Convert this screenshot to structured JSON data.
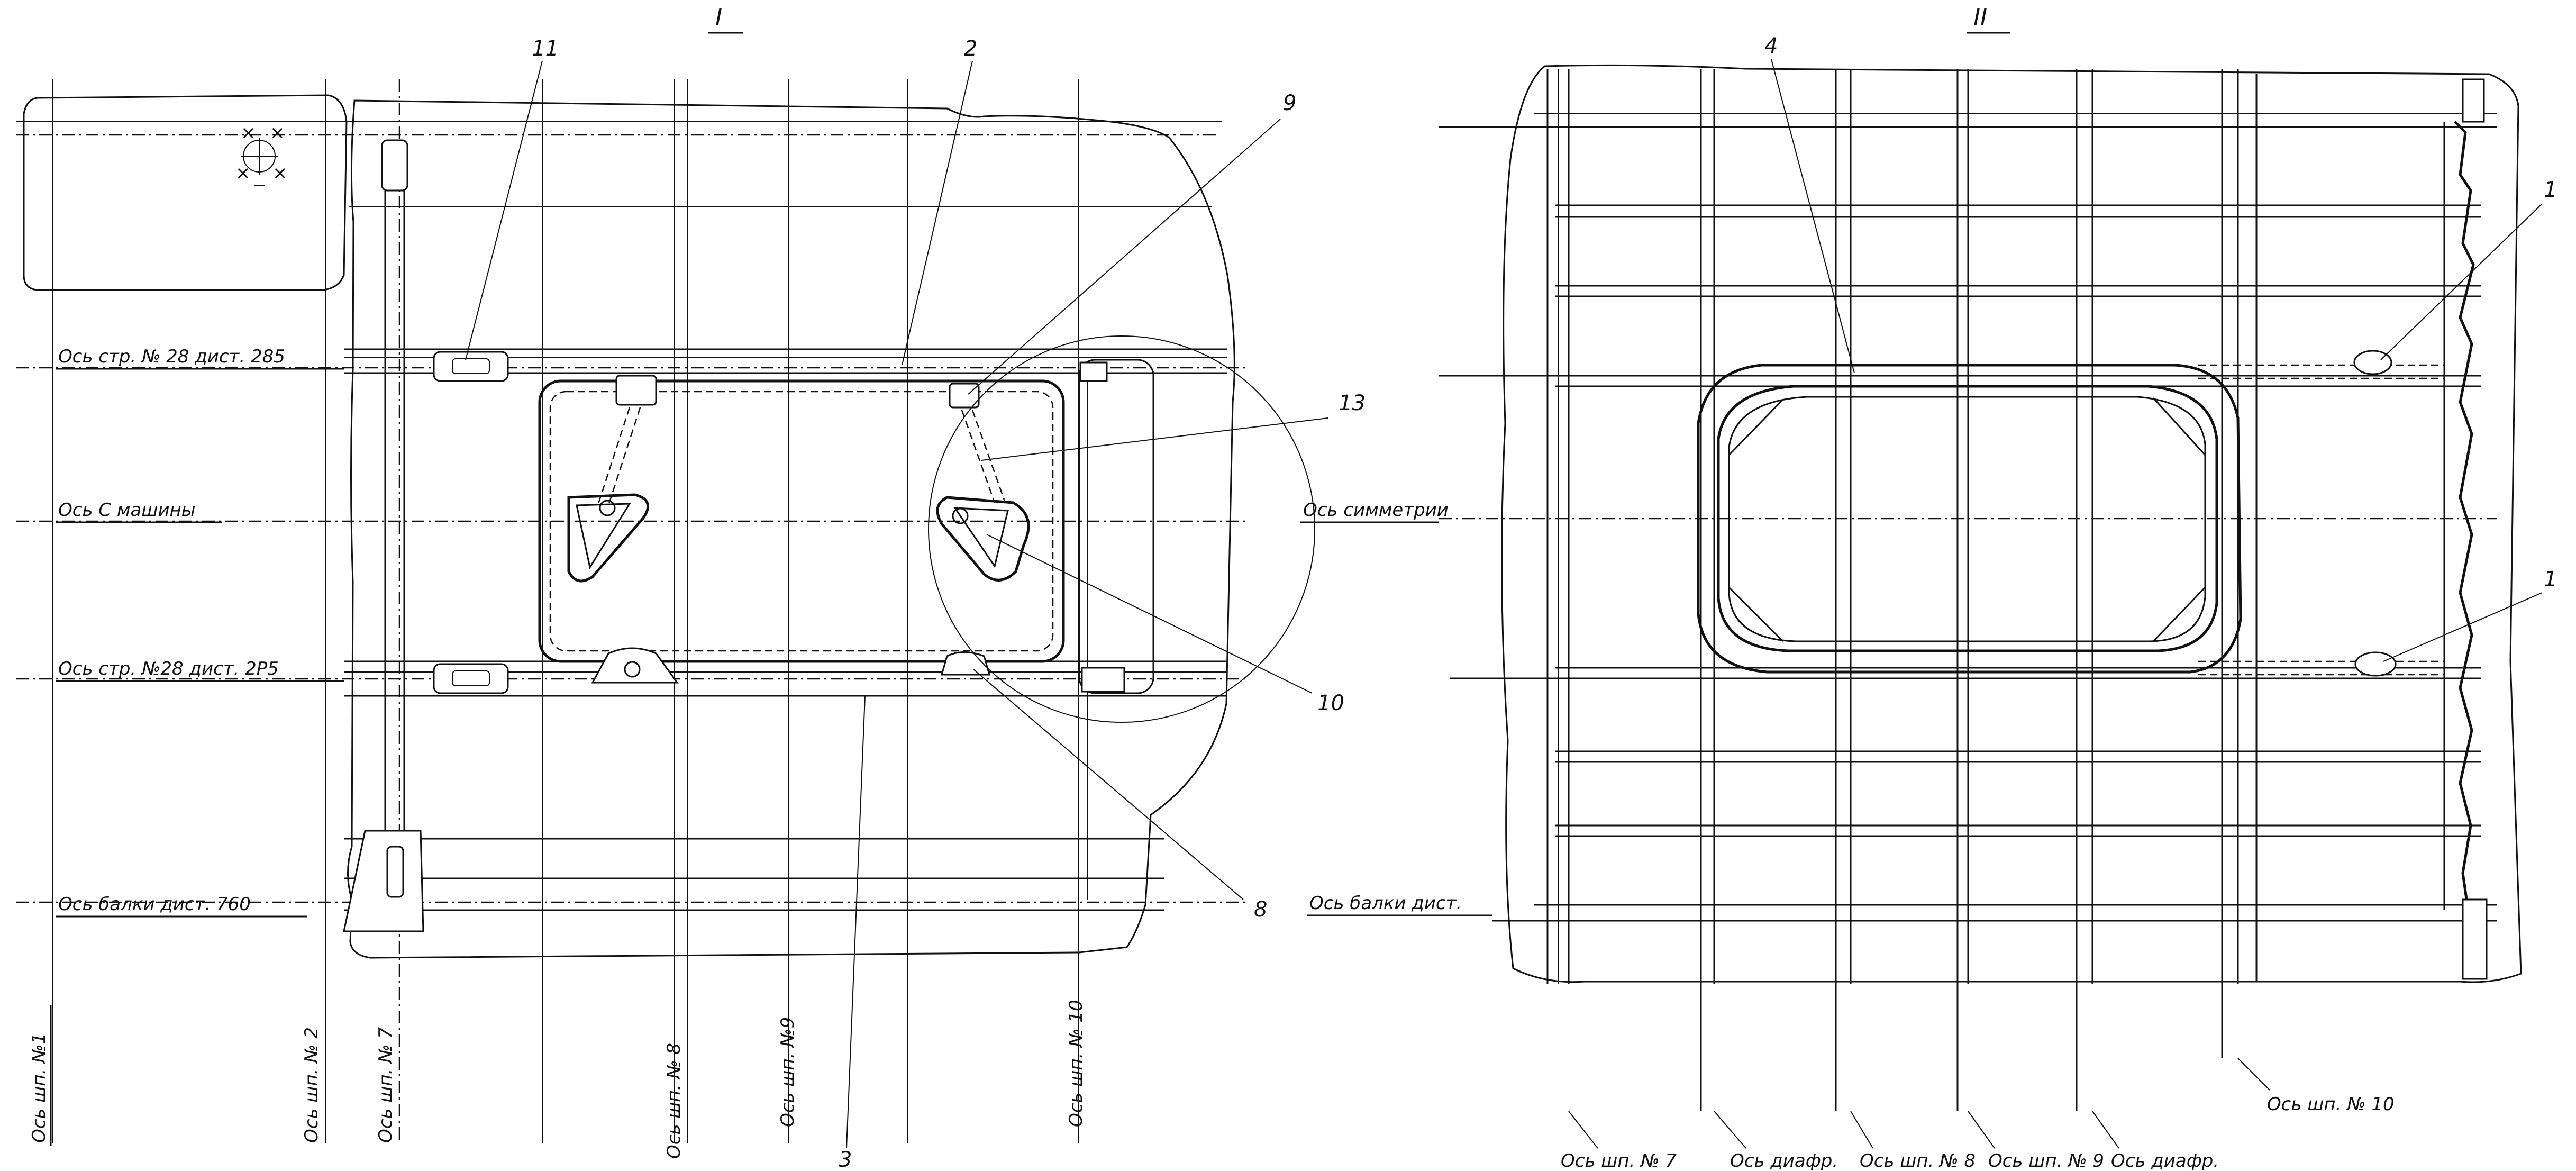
{
  "views": {
    "left_title": "I",
    "right_title": "II"
  },
  "left": {
    "h_labels": [
      "Ось стр. № 28 дист. 285",
      "Ось С машины",
      "Ось стр. №28 дист. 2Р5",
      "Ось балки дист. 760"
    ],
    "v_labels": [
      "Ось шп. №1",
      "Ось шп. № 2",
      "Ось шп. № 7",
      "Ось шп. № 8",
      "Ось шп. №9",
      "Ось шп. № 10"
    ],
    "callouts": [
      "11",
      "2",
      "9",
      "13",
      "10",
      "8",
      "3"
    ]
  },
  "right": {
    "h_labels": [
      "Ось симметрии",
      "Ось балки дист."
    ],
    "bottom_labels": [
      "Ось шп. № 7",
      "Ось диафр.",
      "Ось шп. № 8",
      "Ось шп. № 9",
      "Ось диафр.",
      "Ось шп. № 10"
    ],
    "callouts": [
      "4",
      "1",
      "1"
    ]
  }
}
